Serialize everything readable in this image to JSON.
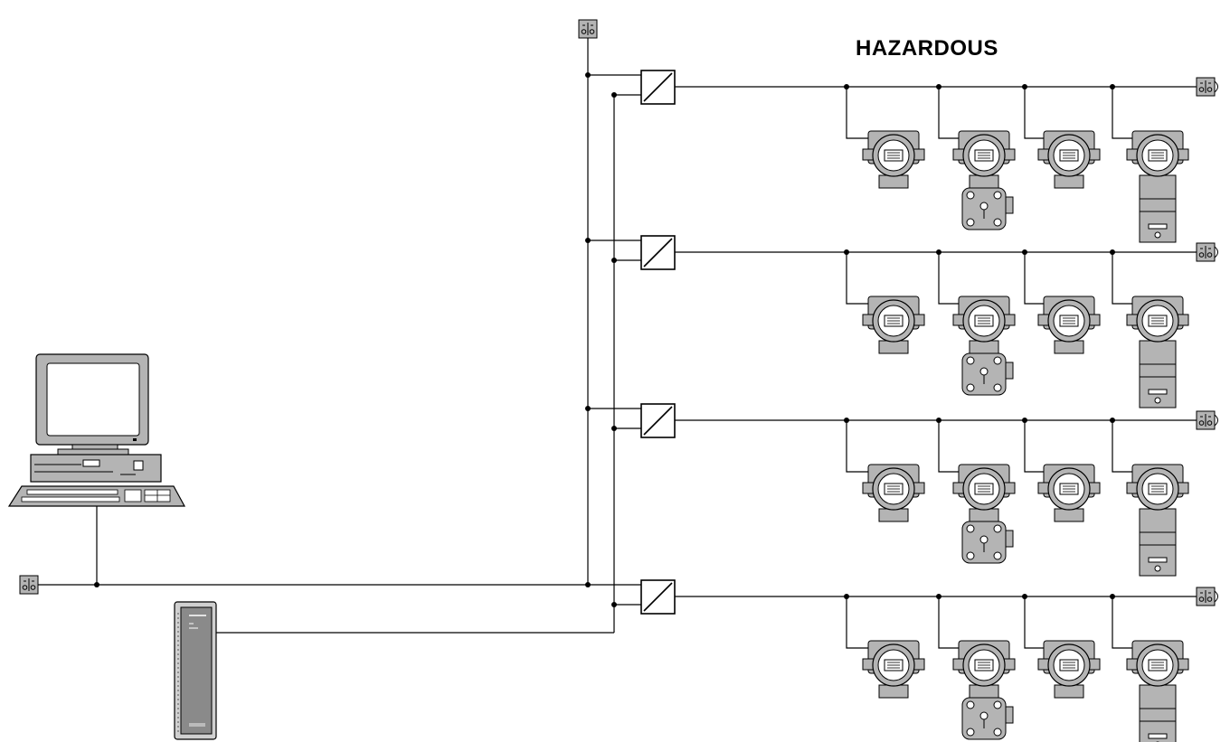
{
  "diagram": {
    "zone_label": "HAZARDOUS",
    "colors": {
      "line": "#000000",
      "device_body": "#b4b4b4",
      "device_dark": "#8a8a8a",
      "background": "#ffffff"
    },
    "components": [
      {
        "id": "pc-workstation",
        "icon": "desktop-computer-icon"
      },
      {
        "id": "controller-rack",
        "icon": "controller-module-icon"
      },
      {
        "id": "fieldbus-terminators",
        "icon": "bus-terminator-icon",
        "count": 6
      },
      {
        "id": "safety-barriers",
        "icon": "isolating-barrier-icon",
        "count": 4
      },
      {
        "id": "field-transmitters",
        "icon": "pressure-transmitter-icon",
        "count": 16
      }
    ],
    "segments": 4,
    "devices_per_segment": 4
  }
}
